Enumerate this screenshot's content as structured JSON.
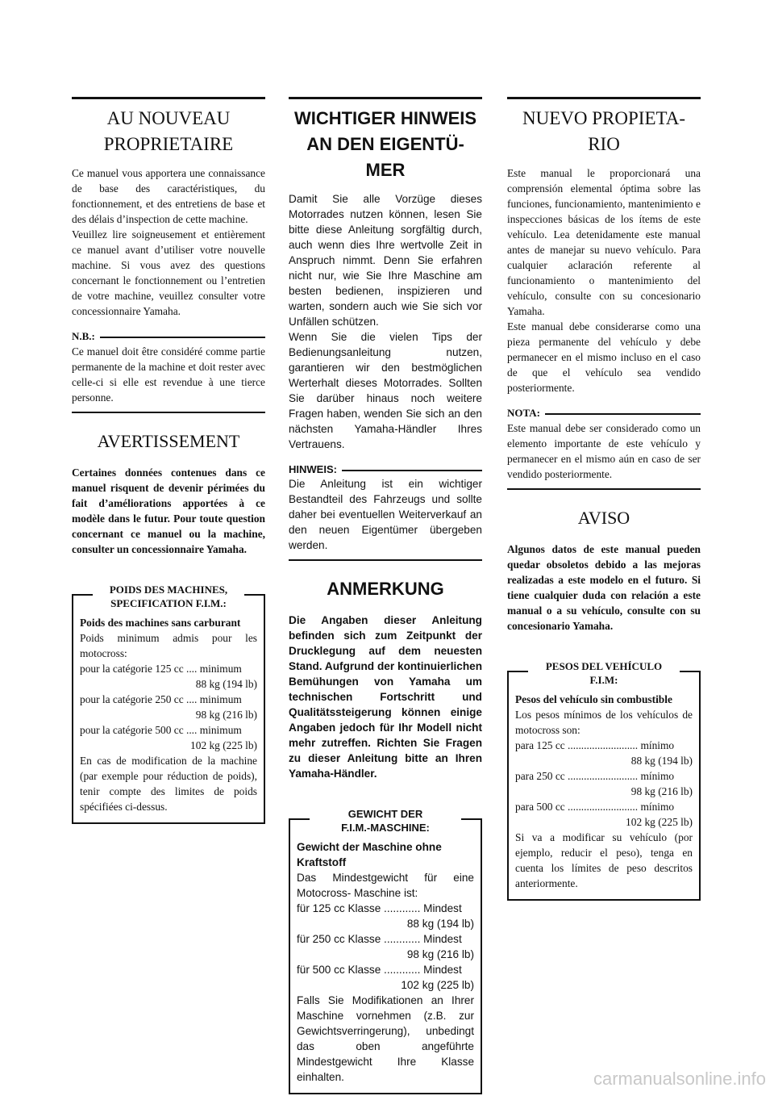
{
  "fr": {
    "title": "AU NOUVEAU\nPROPRIETAIRE",
    "intro": "Ce manuel vous apportera une connaissance de base des caractéristiques, du fonctionnement, et des entretiens de base et des délais d’inspection de cette machine.\nVeuillez lire soigneusement et entièrement ce manuel avant d’utiliser votre nouvelle machine. Si vous avez des questions concernant le fonctionnement ou l’entretien de votre machine, veuillez consulter votre concessionnaire Yamaha.",
    "note_label": "N.B.:",
    "note_text": "Ce manuel doit être considéré comme partie permanente de la machine et doit rester avec celle-ci si elle est revendue à une tierce personne.",
    "warning_title": "AVERTISSEMENT",
    "warning_text": "Certaines données contenues dans ce manuel risquent de devenir périmées du fait d’améliorations apportées à ce modèle dans le futur. Pour toute question concernant ce manuel ou la machine, consulter un concessionnaire Yamaha.",
    "box_title": "POIDS DES MACHINES,\nSPECIFICATION F.I.M.:",
    "box_subtitle": "Poids des machines sans carburant",
    "box_intro": "Poids minimum admis pour les motocross:",
    "class_125": "pour la catégorie 125 cc .... minimum",
    "weight_125": "88 kg (194 lb)",
    "class_250": "pour la catégorie 250 cc .... minimum",
    "weight_250": "98 kg (216 lb)",
    "class_500": "pour la catégorie 500 cc .... minimum",
    "weight_500": "102 kg (225 lb)",
    "box_outro": "En cas de modification de la machine (par exemple pour réduction de poids), tenir compte des limites de poids spécifiées ci-dessus."
  },
  "de": {
    "title": "WICHTIGER HINWEIS\nAN DEN EIGENTÜ-\nMER",
    "intro": "Damit Sie alle Vorzüge dieses Motorrades nutzen können, lesen Sie bitte diese Anleitung sorgfältig durch, auch wenn dies Ihre wertvolle Zeit in Anspruch nimmt. Denn Sie erfahren nicht nur, wie Sie Ihre Maschine am besten bedienen, inspizieren und warten, sondern auch wie Sie sich vor Unfällen schützen.\nWenn Sie die vielen Tips der Bedienungsanleitung nutzen, garantieren wir den bestmöglichen Werterhalt dieses Motorrades. Sollten Sie darüber hinaus noch weitere Fragen haben, wenden Sie sich an den nächsten Yamaha-Händler Ihres Vertrauens.",
    "note_label": "HINWEIS:",
    "note_text": "Die Anleitung ist ein wichtiger Bestandteil des Fahrzeugs und sollte daher bei eventuellen Weiterverkauf an den neuen Eigentümer übergeben werden.",
    "warning_title": "ANMERKUNG",
    "warning_text": "Die Angaben dieser Anleitung befinden sich zum Zeitpunkt der Drucklegung auf dem neuesten Stand. Aufgrund der kontinuierlichen Bemühungen von Yamaha um technischen Fortschritt und Qualitätssteigerung können einige Angaben jedoch für Ihr Modell nicht mehr zutreffen. Richten Sie Fragen zu dieser Anleitung bitte an Ihren Yamaha-Händler.",
    "box_title": "GEWICHT DER\nF.I.M.-MASCHINE:",
    "box_subtitle": "Gewicht der Maschine ohne Kraftstoff",
    "box_intro": "Das Mindestgewicht für eine Motocross- Maschine ist:",
    "class_125": "für 125 cc Klasse ............ Mindest",
    "weight_125": "88 kg (194 lb)",
    "class_250": "für 250 cc Klasse ............ Mindest",
    "weight_250": "98 kg (216 lb)",
    "class_500": "für 500 cc Klasse ............ Mindest",
    "weight_500": "102 kg (225 lb)",
    "box_outro": "Falls Sie Modifikationen an Ihrer Maschine vornehmen (z.B. zur Gewichtsverringerung), unbedingt das oben angeführte Mindestgewicht Ihre Klasse einhalten."
  },
  "es": {
    "title": "NUEVO PROPIETA-\nRIO",
    "intro": "Este manual le proporcionará una comprensión elemental óptima sobre las funciones, funcionamiento, mantenimiento e inspecciones básicas de los ítems de este vehículo. Lea detenidamente este manual antes de manejar su nuevo vehículo. Para cualquier aclaración referente al funcionamiento o mantenimiento del vehículo, consulte con su concesionario Yamaha.\nEste manual debe considerarse como una pieza permanente del vehículo y debe permanecer en el mismo incluso en el caso de que el vehículo sea vendido posteriormente.",
    "note_label": "NOTA:",
    "note_text": "Este manual debe ser considerado como un elemento importante de este vehículo y permanecer en el mismo aún en caso de ser vendido posteriormente.",
    "warning_title": "AVISO",
    "warning_text": "Algunos datos de este manual pueden quedar obsoletos debido a las mejoras realizadas a este modelo en el futuro. Si tiene cualquier duda con relación a este manual o a su vehículo, consulte con su concesionario Yamaha.",
    "box_title": "PESOS DEL VEHÍCULO\nF.I.M:",
    "box_subtitle": "Pesos del vehículo sin combustible",
    "box_intro": "Los pesos mínimos de los vehículos de motocross son:",
    "class_125": "para 125 cc .......................... mínimo",
    "weight_125": "88 kg (194 lb)",
    "class_250": "para 250 cc .......................... mínimo",
    "weight_250": "98 kg (216 lb)",
    "class_500": "para 500 cc .......................... mínimo",
    "weight_500": "102 kg (225 lb)",
    "box_outro": "Si va a modificar su vehículo (por ejemplo, reducir el peso), tenga en cuenta los límites de peso descritos anteriormente."
  },
  "watermark": "carmanualsonline.info"
}
